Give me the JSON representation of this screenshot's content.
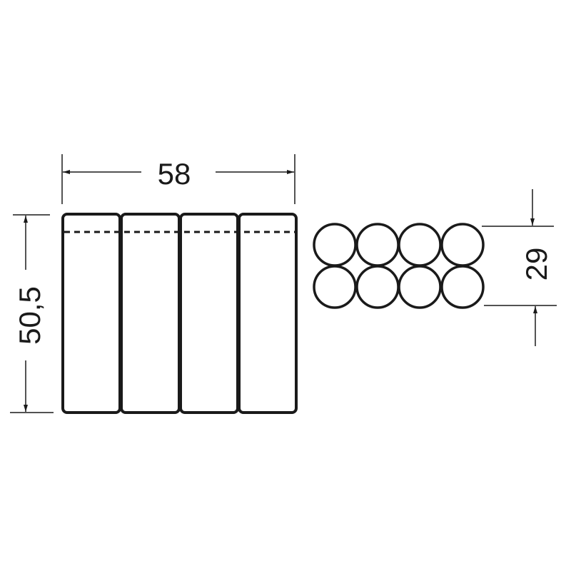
{
  "diagram": {
    "type": "technical-dimension-drawing",
    "colors": {
      "line": "#1a1a1a",
      "background": "#ffffff"
    },
    "side_view": {
      "description": "Four vertical rounded rectangles side by side with a dashed line near the top",
      "segment_count": 4,
      "width_dimension": {
        "label": "58"
      },
      "height_dimension": {
        "label": "50,5"
      }
    },
    "top_view": {
      "description": "Grid of 8 circles arranged in 2 rows of 4",
      "rows": 2,
      "columns": 4,
      "height_dimension": {
        "label": "29"
      }
    }
  }
}
